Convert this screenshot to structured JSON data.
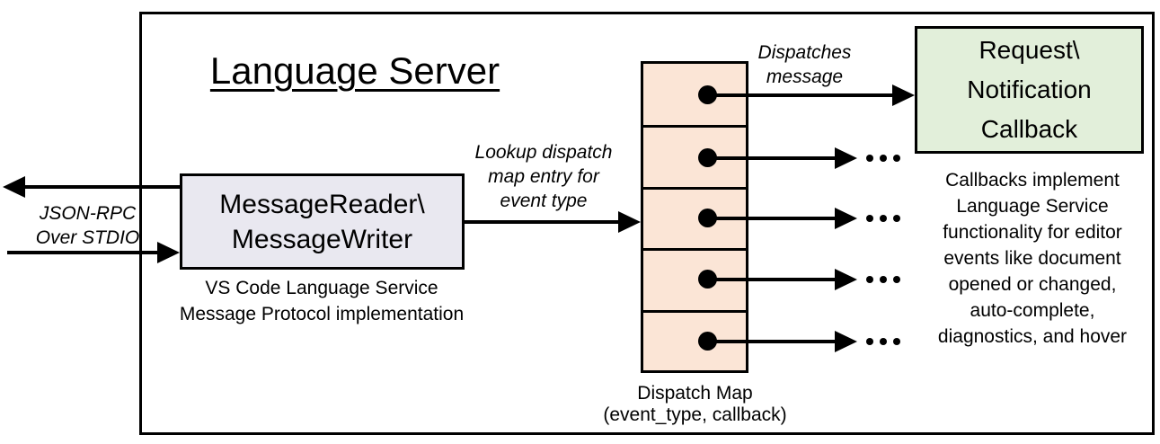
{
  "diagram": {
    "title": "Language Server",
    "io_label": {
      "line1": "JSON-RPC",
      "line2": "Over STDIO"
    },
    "reader_box": {
      "line1": "MessageReader\\",
      "line2": "MessageWriter"
    },
    "reader_caption": {
      "line1": "VS Code Language Service",
      "line2": "Message Protocol implementation"
    },
    "lookup_label": {
      "line1": "Lookup dispatch",
      "line2": "map entry for",
      "line3": "event type"
    },
    "dispatches_label": {
      "line1": "Dispatches",
      "line2": "message"
    },
    "callback_box": {
      "line1": "Request\\",
      "line2": "Notification",
      "line3": "Callback"
    },
    "dispatch_map_caption": {
      "line1": "Dispatch Map",
      "line2": "(event_type, callback)"
    },
    "callbacks_note": {
      "line1": "Callbacks implement",
      "line2": "Language Service",
      "line3": "functionality for editor",
      "line4": "events like document",
      "line5": "opened or changed,",
      "line6": "auto-complete,",
      "line7": "diagnostics, and hover"
    },
    "dispatch_map_rows": 5,
    "colors": {
      "reader_box_fill": "#e9e8f0",
      "dispatch_map_fill": "#fbe5d6",
      "callback_box_fill": "#e2efda",
      "stroke": "#000000",
      "background": "#ffffff"
    }
  }
}
